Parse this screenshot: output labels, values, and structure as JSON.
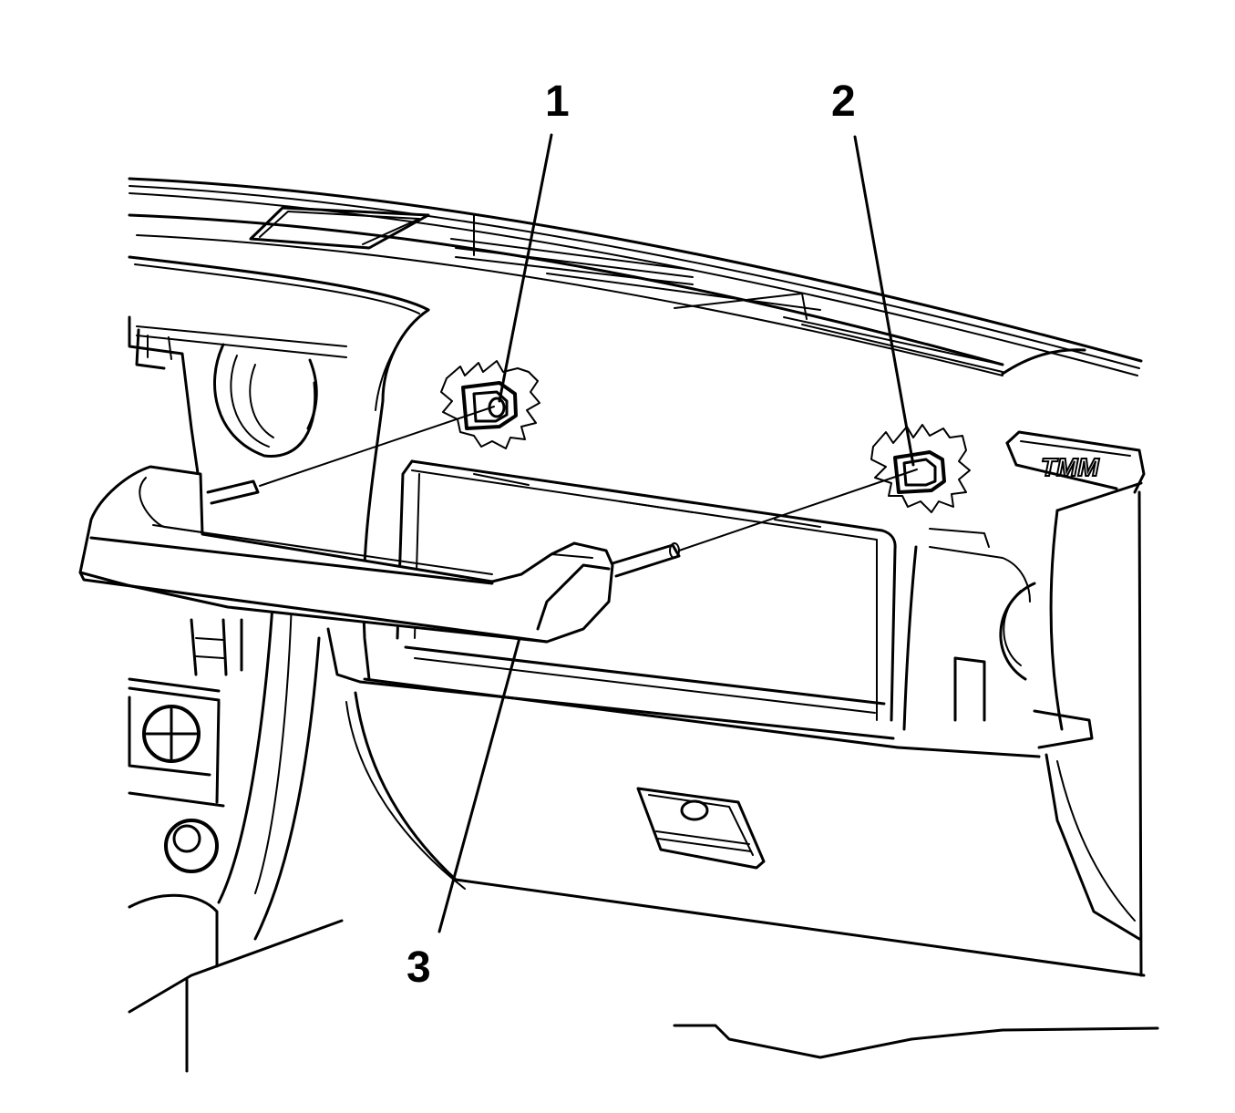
{
  "callouts": [
    {
      "id": "1",
      "label": "1"
    },
    {
      "id": "2",
      "label": "2"
    },
    {
      "id": "3",
      "label": "3"
    }
  ],
  "badge_text": "TMM",
  "colors": {
    "line": "#000000",
    "background": "#ffffff"
  }
}
